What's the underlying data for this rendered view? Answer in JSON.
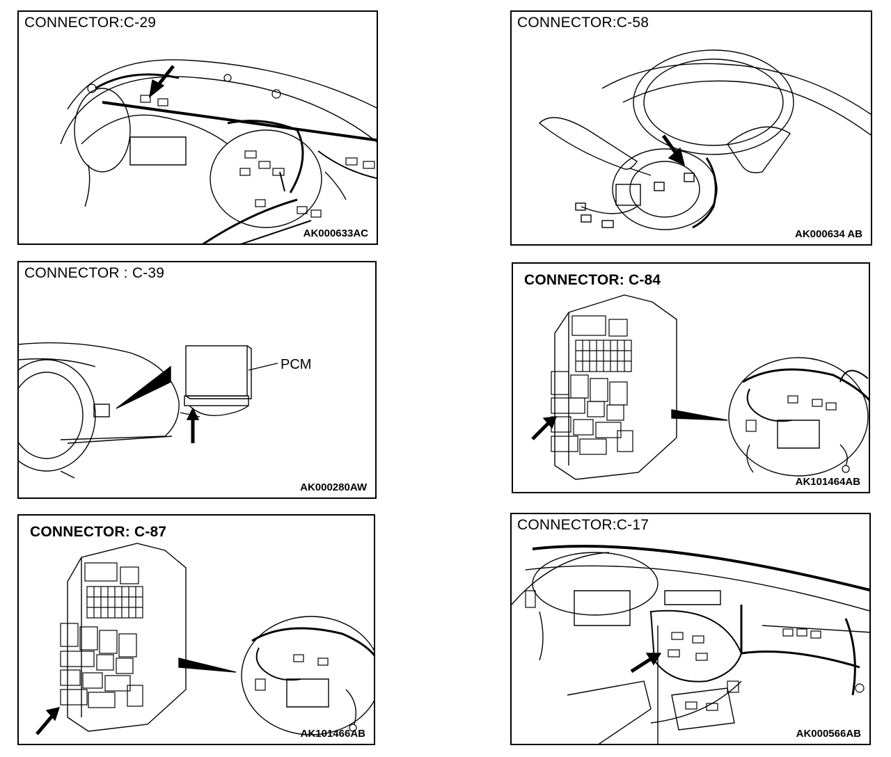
{
  "panels": [
    {
      "title": "CONNECTOR:C-29",
      "code": "AK000633AC"
    },
    {
      "title": "CONNECTOR:C-58",
      "code": "AK000634 AB"
    },
    {
      "title": "CONNECTOR : C-39",
      "code": "AK000280AW",
      "label": "PCM"
    },
    {
      "title": "CONNECTOR: C-84",
      "code": "AK101464AB"
    },
    {
      "title": "CONNECTOR: C-87",
      "code": "AK101466AB"
    },
    {
      "title": "CONNECTOR:C-17",
      "code": "AK000566AB"
    }
  ]
}
